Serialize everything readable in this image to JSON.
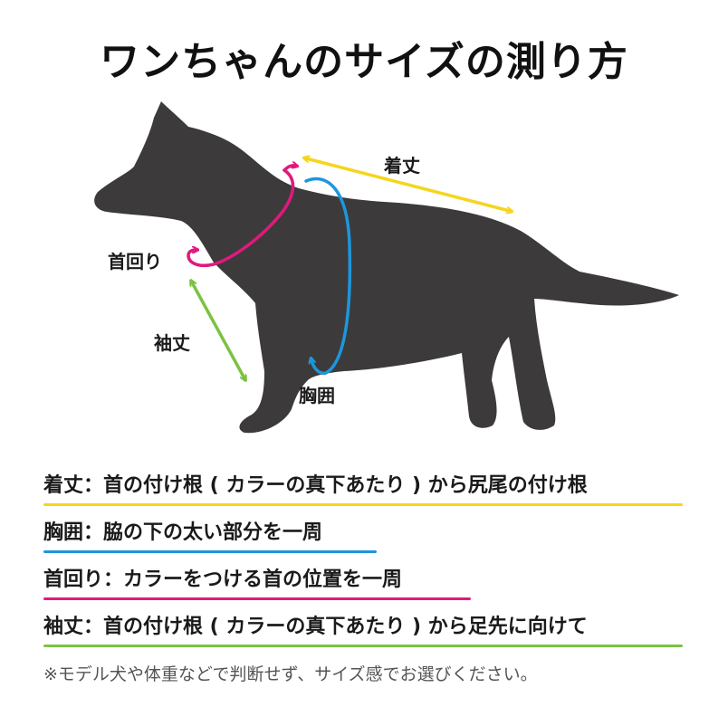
{
  "title": "ワンちゃんのサイズの測り方",
  "labels": {
    "length": "着丈",
    "neck": "首回り",
    "sleeve": "袖丈",
    "chest": "胸囲"
  },
  "definitions": [
    {
      "text": "着丈：首の付け根 ( カラーの真下あたり ) から尻尾の付け根",
      "color": "#f5d51e"
    },
    {
      "text": "胸囲：脇の下の太い部分を一周",
      "color": "#1e96dc"
    },
    {
      "text": "首回り：カラーをつける首の位置を一周",
      "color": "#e0197d"
    },
    {
      "text": "袖丈：首の付け根 ( カラーの真下あたり ) から足先に向けて",
      "color": "#7cc242"
    }
  ],
  "note": "※モデル犬や体重などで判断せず、サイズ感でお選びください。",
  "colors": {
    "dog": "#3c3a3b",
    "length": "#f5d51e",
    "chest": "#1e96dc",
    "neck": "#e0197d",
    "sleeve": "#7cc242"
  }
}
